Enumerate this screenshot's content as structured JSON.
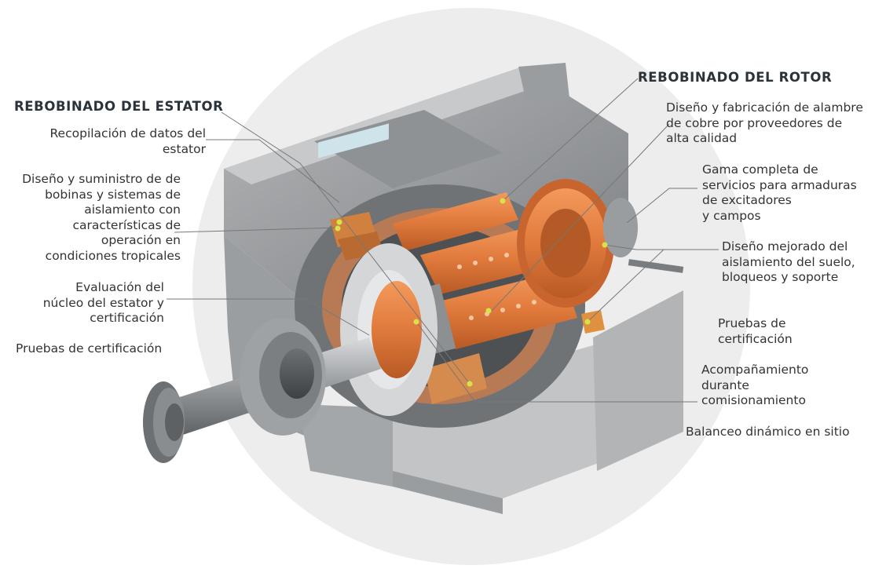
{
  "stator": {
    "heading": "REBOBINADO DEL ESTATOR",
    "items": [
      "Recopilación de datos del\nestator",
      "Diseño y suministro de de\nbobinas y sistemas de\naislamiento con\ncaracterísticas de\noperación en\ncondiciones tropicales",
      "Evaluación del\nnúcleo del estator y\ncertificación",
      "Pruebas de certificación"
    ]
  },
  "rotor": {
    "heading": "REBOBINADO DEL ROTOR",
    "items": [
      "Diseño y fabricación de alambre\nde cobre por proveedores de\nalta calidad",
      "Gama completa de\nservicios para armaduras\nde excitadores\ny campos",
      "Diseño mejorado del\naislamiento del suelo,\nbloqueos y soporte",
      "Pruebas de\ncertificación",
      "Acompañamiento\ndurante\ncomisionamiento",
      "Balanceo dinámico en sitio"
    ]
  },
  "colors": {
    "heading": "#2a323a",
    "text": "#333333",
    "copper": "#e07a3c",
    "steel": "#8a8d90",
    "leader_dot": "#d6e34a",
    "background_circle": "#ededed"
  }
}
